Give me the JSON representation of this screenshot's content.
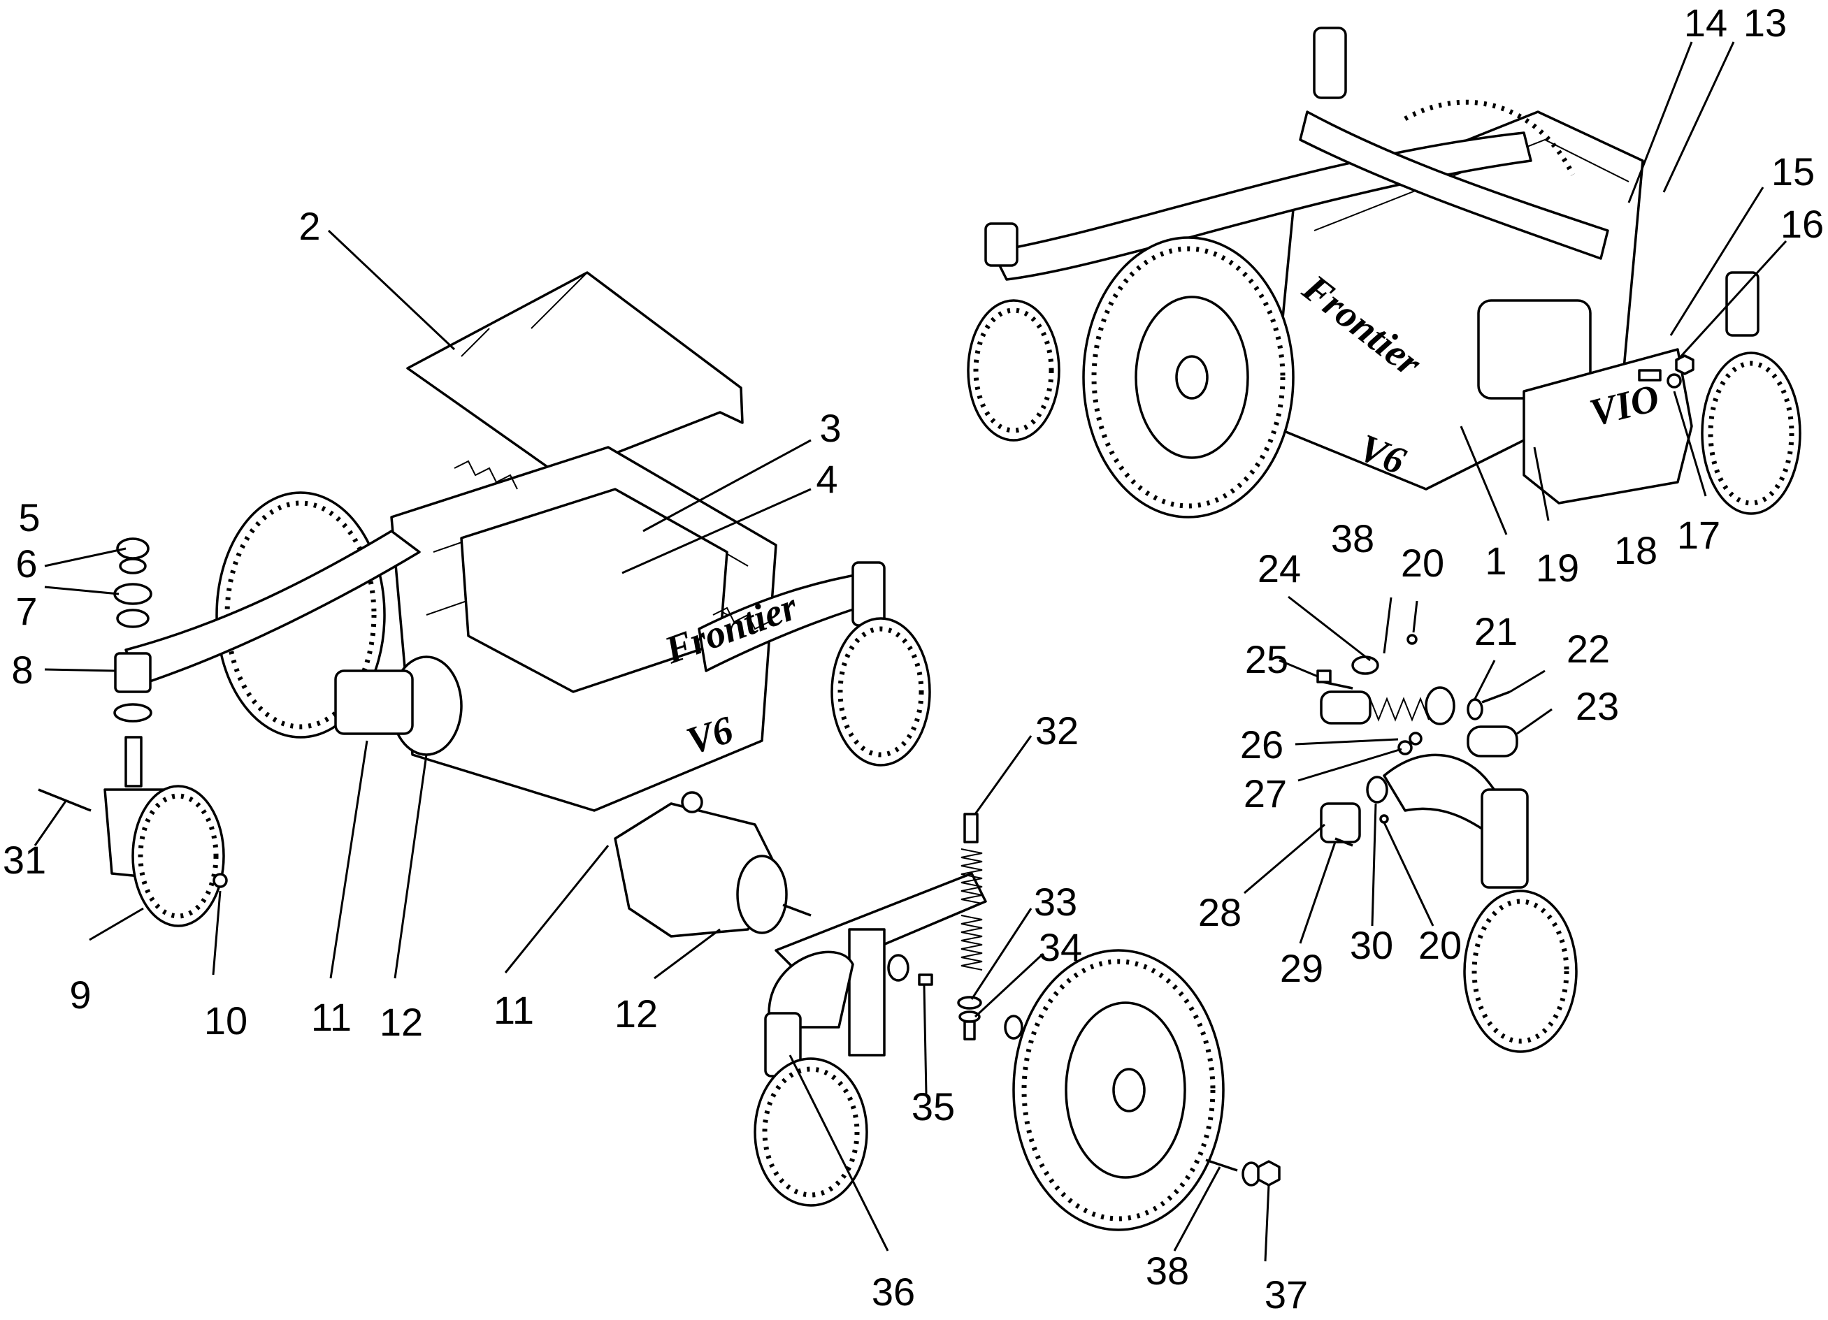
{
  "callouts": [
    {
      "label": "1"
    },
    {
      "label": "2"
    },
    {
      "label": "3"
    },
    {
      "label": "4"
    },
    {
      "label": "5"
    },
    {
      "label": "6"
    },
    {
      "label": "7"
    },
    {
      "label": "8"
    },
    {
      "label": "9"
    },
    {
      "label": "10"
    },
    {
      "label": "11"
    },
    {
      "label": "12"
    },
    {
      "label": "13"
    },
    {
      "label": "14"
    },
    {
      "label": "15"
    },
    {
      "label": "16"
    },
    {
      "label": "17"
    },
    {
      "label": "18"
    },
    {
      "label": "19"
    },
    {
      "label": "20"
    },
    {
      "label": "21"
    },
    {
      "label": "22"
    },
    {
      "label": "23"
    },
    {
      "label": "24"
    },
    {
      "label": "25"
    },
    {
      "label": "26"
    },
    {
      "label": "27"
    },
    {
      "label": "28"
    },
    {
      "label": "29"
    },
    {
      "label": "30"
    },
    {
      "label": "31"
    },
    {
      "label": "32"
    },
    {
      "label": "33"
    },
    {
      "label": "34"
    },
    {
      "label": "35"
    },
    {
      "label": "36"
    },
    {
      "label": "37"
    },
    {
      "label": "38"
    }
  ],
  "product_markings": {
    "model_badge": "V6",
    "cover_badge": "VIO",
    "logo_script": "Frontier"
  },
  "colors": {
    "line": "#000000",
    "background": "#ffffff"
  }
}
